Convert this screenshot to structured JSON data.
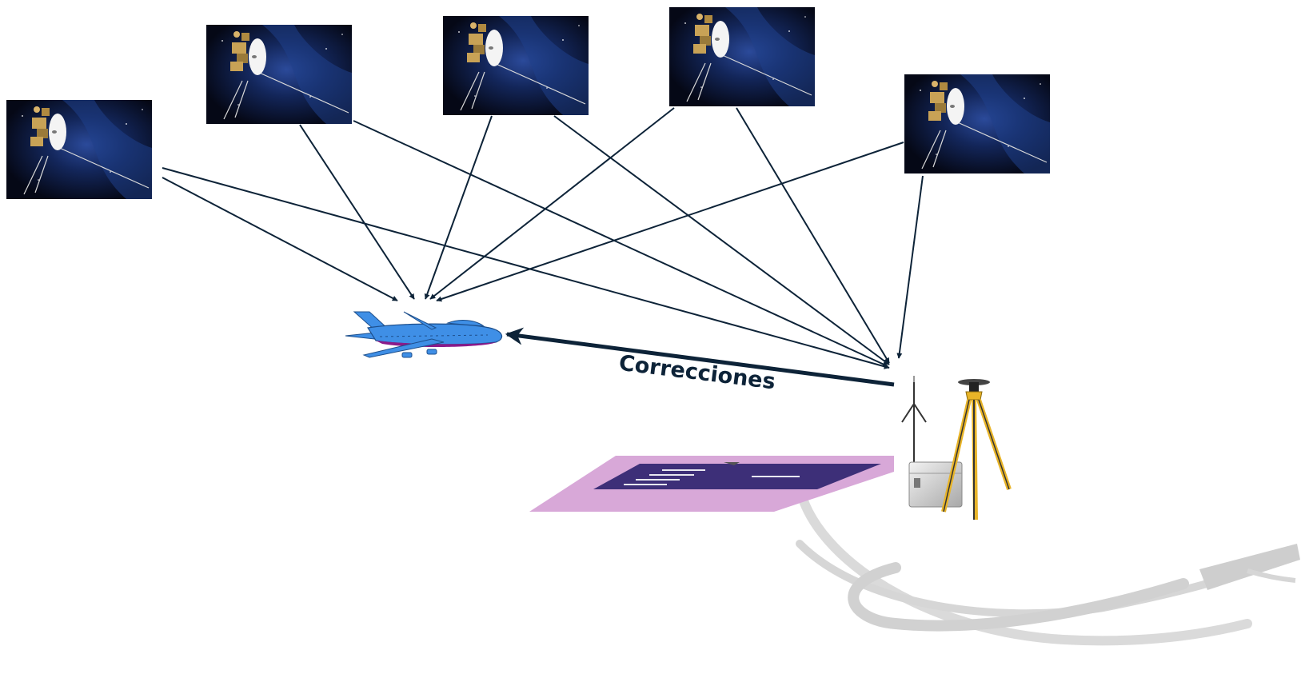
{
  "diagram": {
    "correction_label": "Correcciones",
    "colors": {
      "arrow": "#0d2338",
      "space_dark": "#070a1c",
      "space_blue": "#1a3570",
      "aircraft_body": "#3f8fe6",
      "aircraft_belly": "#8a1a8a",
      "runway_apron": "#d8a8d8",
      "runway_surface": "#3d2f78",
      "tripod": "#e8b428",
      "watermark": "#c8c8c8"
    },
    "satellites": [
      {
        "name": "satellite-1"
      },
      {
        "name": "satellite-2"
      },
      {
        "name": "satellite-3"
      },
      {
        "name": "satellite-4"
      },
      {
        "name": "satellite-5"
      }
    ]
  }
}
